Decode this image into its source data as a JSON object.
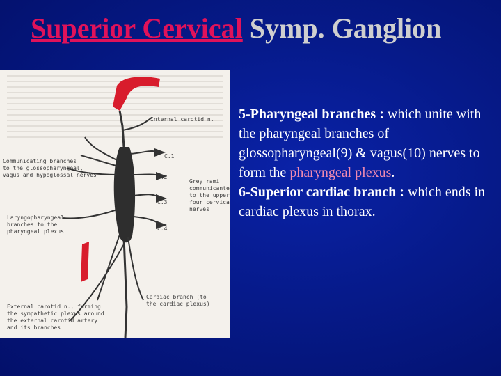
{
  "title": {
    "highlight": "Superior Cervical",
    "rest": " Symp. Ganglion"
  },
  "points": [
    {
      "label": "5-Pharyngeal branches : ",
      "text_before": " which unite with the pharyngeal branches of glossopharyngeal(9) & vagus(10) nerves to form the ",
      "highlight": "pharyngeal plexus",
      "text_after": "."
    },
    {
      "label": "6-Superior cardiac branch : ",
      "text_before": "which ends in cardiac plexus in thorax.",
      "highlight": "",
      "text_after": ""
    }
  ],
  "figure_labels": {
    "internal_carotid": "Internal carotid n.",
    "communicating_1": "Communicating branches",
    "communicating_2": "to the glossopharyngeal,",
    "communicating_3": "vagus and hypoglossal nerves",
    "c1": "C.1",
    "c2": "C.2",
    "c3": "C.3",
    "c4": "C.4",
    "grey_1": "Grey rami",
    "grey_2": "communicantes",
    "grey_3": "to the upper",
    "grey_4": "four cervical",
    "grey_5": "nerves",
    "laryngo_1": "Laryngopharyngeal",
    "laryngo_2": "branches to the",
    "laryngo_3": "pharyngeal plexus",
    "cardiac_1": "Cardiac branch (to",
    "cardiac_2": "the cardiac plexus)",
    "external_1": "External carotid n., forming",
    "external_2": "the sympathetic plexus around",
    "external_3": "the external carotid artery",
    "external_4": "and its branches"
  },
  "colors": {
    "accent": "#e0125a",
    "pink": "#f08ab0",
    "artery": "#d81c2c"
  }
}
